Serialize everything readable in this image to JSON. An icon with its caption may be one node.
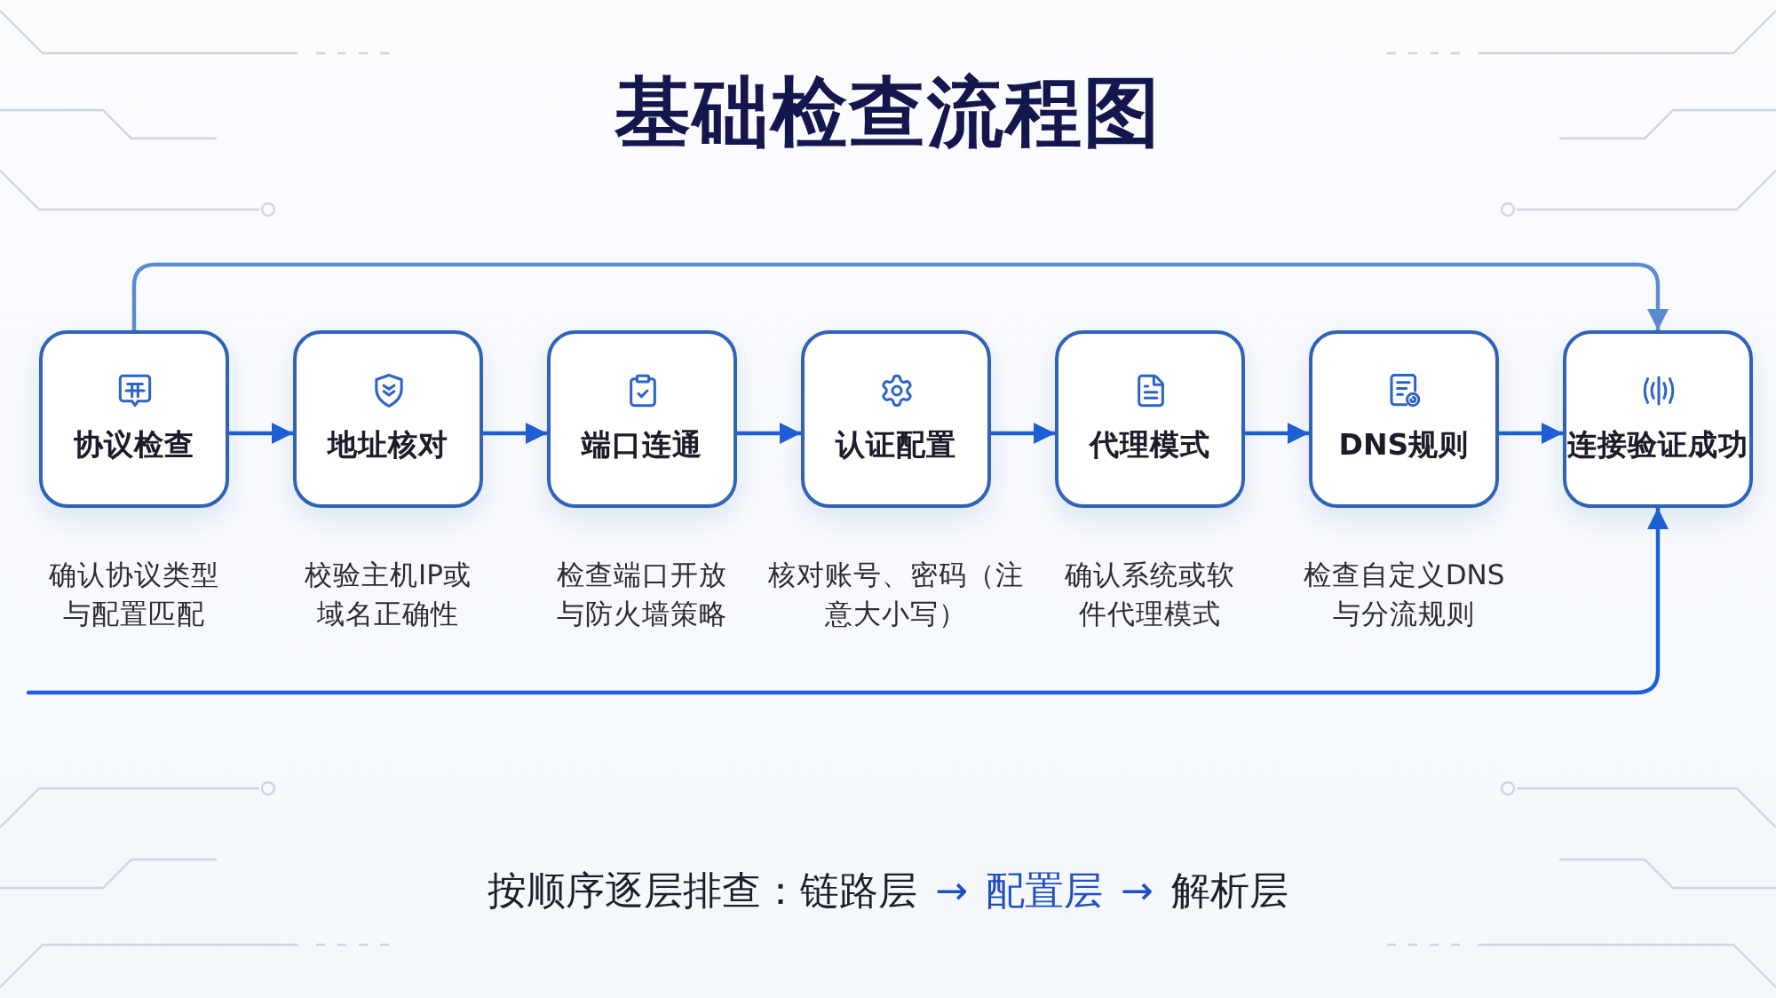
{
  "diagram": {
    "title": "基础检查流程图",
    "nodes": [
      {
        "text": [
          "协议检查"
        ],
        "beside": [
          "确认协议类型与配置匹配"
        ]
      },
      {
        "text": [
          "地址核对"
        ],
        "beside": [
          "校验主机IP或域名正确性"
        ]
      },
      {
        "text": [
          "端口连通"
        ],
        "beside": [
          "检查端口开放与防火墙策略"
        ]
      },
      {
        "text": [
          "认证配置"
        ],
        "beside": [
          "核对账号、密码（注意大小写）"
        ]
      },
      {
        "text": [
          "代理模式"
        ],
        "beside": [
          "确认系统或软件代理模式"
        ]
      },
      {
        "text": [
          "DNS规则"
        ],
        "beside": [
          "检查自定义DNS与分流规则"
        ]
      },
      {
        "text": [
          "连接验证成功"
        ]
      }
    ],
    "edges": [
      {
        "from": 0,
        "to": 1,
        "arrow": "to"
      },
      {
        "from": 1,
        "to": 2,
        "arrow": "to"
      },
      {
        "from": 2,
        "to": 3,
        "arrow": "to"
      },
      {
        "from": 3,
        "to": 4,
        "arrow": "to"
      },
      {
        "from": 4,
        "to": 5,
        "arrow": "to"
      },
      {
        "from": 5,
        "to": 6,
        "arrow": "to"
      },
      {
        "from": 0,
        "to": 6,
        "arrow": "to",
        "color": "#5b8bd3"
      },
      {
        "from": null,
        "to": 6,
        "arrow": "to"
      }
    ],
    "labels": [
      "按顺序逐层排查：链路层",
      "→",
      "配置层",
      "→",
      "解析层"
    ]
  }
}
